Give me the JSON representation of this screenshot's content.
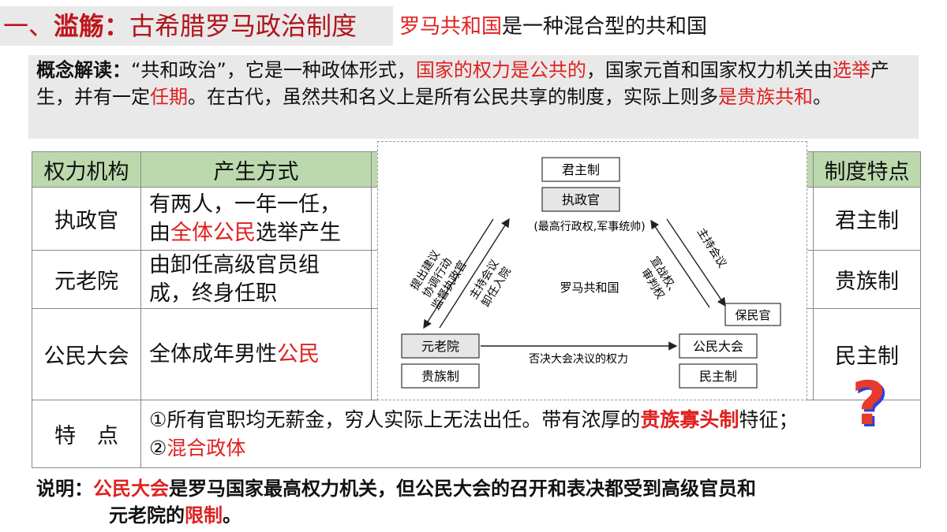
{
  "header": {
    "prefix": "一、",
    "keyword": "滥觞：",
    "title": "古希腊罗马政治制度",
    "subtitle_red": "罗马共和国",
    "subtitle_rest": "是一种混合型的共和国"
  },
  "concept": {
    "lead": "概念解读：",
    "t1": "“共和政治”，它是一种政体形式，",
    "r1": "国家的权力是公共的",
    "t2": "，国家元首和国家权力机关由",
    "r2": "选举",
    "t3": "产生，并有一定",
    "r3": "任期",
    "t4": "。在古代，虽然共和名义上是所有公民共享的制度，实际上则多",
    "r4": "是贵族共和",
    "t5": "。"
  },
  "table": {
    "headers": [
      "权力机构",
      "产生方式",
      "制度特点"
    ],
    "rows": [
      {
        "org": "执政官",
        "method_a": "有两人，一年一任，",
        "method_b": "由",
        "method_red": "全体公民",
        "method_c": "选举产生",
        "feature": "君主制"
      },
      {
        "org": "元老院",
        "method_a": "由卸任高级官员组",
        "method_b": "成，终身任职",
        "feature": "贵族制"
      },
      {
        "org": "公民大会",
        "method_a": "全体成年男性",
        "method_red": "公民",
        "feature": "民主制"
      }
    ],
    "trait_label": "特　点",
    "trait1_a": "①所有官职均无薪金，穷人实际上无法出任。带有浓厚的",
    "trait1_red": "贵族寡头制",
    "trait1_b": "特征；",
    "trait2_a": "②",
    "trait2_red": "混合政体"
  },
  "diagram": {
    "top_label": "君主制",
    "consul": "执政官",
    "consul_desc": "(最高行政权,军事统帅)",
    "center": "罗马共和国",
    "left_arrow_lines": [
      "提出建议",
      "协调行动",
      "监督执政官"
    ],
    "left_inner_lines": [
      "主持会议",
      "卸任入院"
    ],
    "right_arrow_lines": [
      "主持会议"
    ],
    "right_inner_lines": [
      "宣战权、",
      "审判权"
    ],
    "tribune": "保民官",
    "senate": "元老院",
    "senate_sub": "贵族制",
    "assembly": "公民大会",
    "assembly_sub": "民主制",
    "bottom_arrow": "否决大会决议的权力"
  },
  "note": {
    "lead": "说明：",
    "r1": "公民大会",
    "t1": "是罗马国家最高权力机关，但公民大会的召开和表决都受到高级官员和",
    "t2": "元老院的",
    "r2": "限制",
    "t3": "。"
  },
  "decor": {
    "question_mark": "?"
  }
}
